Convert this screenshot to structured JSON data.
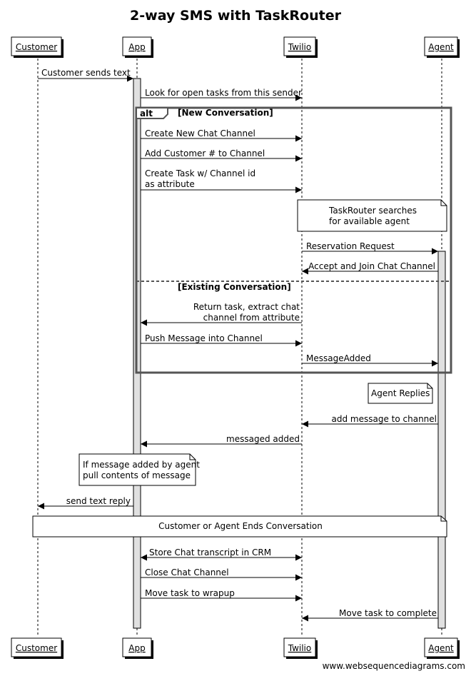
{
  "title": "2-way SMS with TaskRouter",
  "actors": [
    "Customer",
    "App",
    "Twilio",
    "Agent"
  ],
  "messages": [
    {
      "from": "Customer",
      "to": "App",
      "lines": [
        "Customer sends text"
      ]
    },
    {
      "from": "App",
      "to": "Twilio",
      "lines": [
        "Look for open tasks from this sender"
      ]
    },
    {
      "from": "App",
      "to": "Twilio",
      "lines": [
        "Create New Chat Channel"
      ]
    },
    {
      "from": "App",
      "to": "Twilio",
      "lines": [
        "Add Customer # to Channel"
      ]
    },
    {
      "from": "App",
      "to": "Twilio",
      "lines": [
        "Create Task w/ Channel id",
        "as attribute"
      ]
    },
    {
      "from": "Twilio",
      "to": "Agent",
      "lines": [
        "Reservation Request"
      ]
    },
    {
      "from": "Agent",
      "to": "Twilio",
      "lines": [
        "Accept and Join Chat Channel"
      ]
    },
    {
      "from": "Twilio",
      "to": "App",
      "lines": [
        "Return task, extract chat",
        "channel from attribute"
      ]
    },
    {
      "from": "App",
      "to": "Twilio",
      "lines": [
        "Push Message into Channel"
      ]
    },
    {
      "from": "Twilio",
      "to": "Agent",
      "lines": [
        "MessageAdded"
      ]
    },
    {
      "from": "Agent",
      "to": "Twilio",
      "lines": [
        "add message to channel"
      ]
    },
    {
      "from": "Twilio",
      "to": "App",
      "lines": [
        "messaged added"
      ]
    },
    {
      "from": "App",
      "to": "Customer",
      "lines": [
        "send text reply"
      ]
    },
    {
      "from": "App",
      "to": "Twilio",
      "lines": [
        "Store Chat transcript in CRM"
      ],
      "bidirectional": true
    },
    {
      "from": "App",
      "to": "Twilio",
      "lines": [
        "Close Chat Channel"
      ]
    },
    {
      "from": "App",
      "to": "Twilio",
      "lines": [
        "Move task to wrapup"
      ]
    },
    {
      "from": "Agent",
      "to": "Twilio",
      "lines": [
        "Move task to complete"
      ]
    }
  ],
  "notes": [
    {
      "lines": [
        "TaskRouter searches",
        "for available agent"
      ]
    },
    {
      "lines": [
        "Agent Replies"
      ]
    },
    {
      "lines": [
        "If message added by agent",
        "pull contents of message"
      ]
    },
    {
      "lines": [
        "Customer or Agent Ends Conversation"
      ]
    }
  ],
  "fragment": {
    "keyword": "alt",
    "sections": [
      "[New Conversation]",
      "[Existing Conversation]"
    ]
  },
  "footer": "www.websequencediagrams.com"
}
